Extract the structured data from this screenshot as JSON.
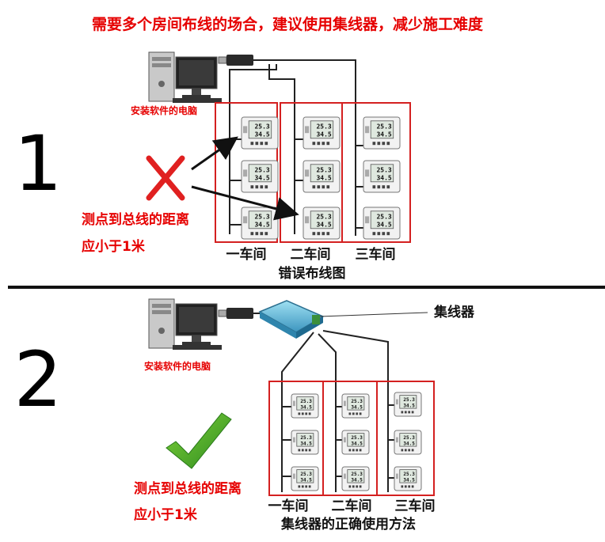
{
  "title": "需要多个房间布线的场合，建议使用集线器，减少施工难度",
  "section1": {
    "number": "1",
    "pc_label": "安装软件的电脑",
    "note_line1": "测点到总线的距离",
    "note_line2": "应小于1米",
    "workshops": [
      "一车间",
      "二车间",
      "三车间"
    ],
    "caption": "错误布线图",
    "mark": "wrong"
  },
  "section2": {
    "number": "2",
    "pc_label": "安装软件的电脑",
    "hub_label": "集线器",
    "note_line1": "测点到总线的距离",
    "note_line2": "应小于1米",
    "workshops": [
      "一车间",
      "二车间",
      "三车间"
    ],
    "caption": "集线器的正确使用方法",
    "mark": "correct"
  },
  "sensor_display": {
    "temp": "25.3",
    "hum": "34.5"
  },
  "colors": {
    "title": "#e60000",
    "frame": "#d42020",
    "wire": "#222222",
    "cross": "#e02020",
    "check": "#3fa22a",
    "hub": "#5fb8d8"
  }
}
